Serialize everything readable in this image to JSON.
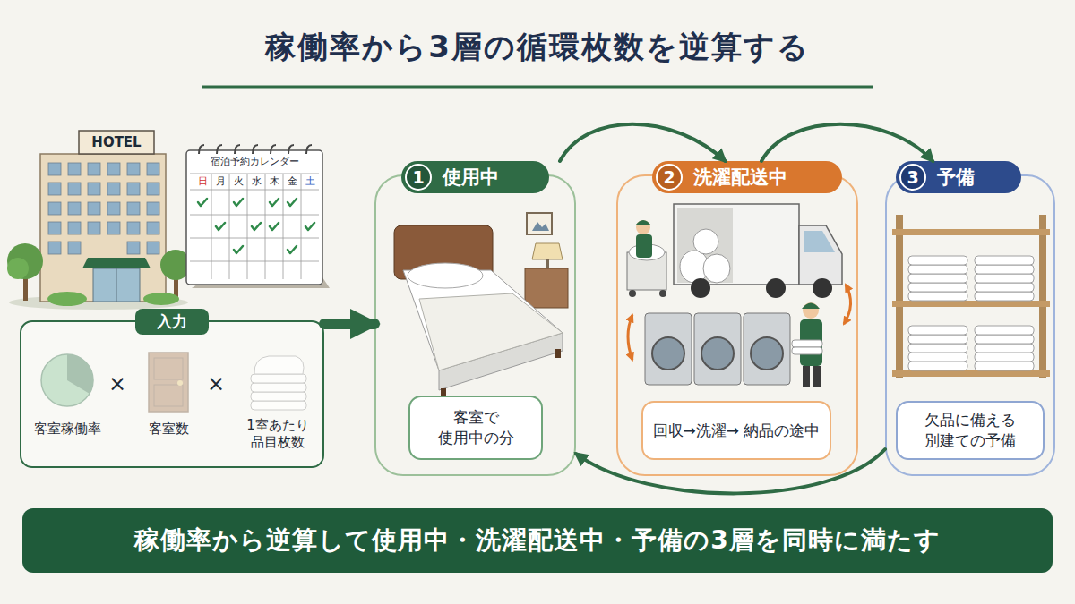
{
  "diagram": {
    "title": "稼働率から3層の循環枚数を逆算する",
    "nodes": [
      {
        "text": [
          "入力"
        ]
      },
      {
        "text": [
          "使用中"
        ]
      },
      {
        "text": [
          "客室で 使用中の分"
        ],
        "in": 1
      },
      {
        "text": [
          "洗濯配送中"
        ]
      },
      {
        "text": [
          "回収→洗濯→ 納品の途中"
        ],
        "in": 3
      },
      {
        "text": [
          "予備"
        ]
      },
      {
        "text": [
          "欠品に備える 別建ての予備"
        ],
        "in": 5
      },
      {
        "text": [
          "稼働率から逆算して使用中・洗濯配送中・予備の3層を同時に満たす"
        ]
      }
    ],
    "edges": [
      {
        "from": 0,
        "to": 1,
        "arrow": "to"
      },
      {
        "from": 1,
        "to": 3,
        "arrow": "to"
      },
      {
        "from": 3,
        "to": 5,
        "arrow": "to"
      },
      {
        "from": 5,
        "to": 1,
        "arrow": "to"
      }
    ],
    "labels": [
      "HOTEL",
      "宿泊予約カレンダー",
      "日",
      "月",
      "火",
      "水",
      "木",
      "金",
      "土",
      "客室稼働率",
      "×",
      "客室数",
      "×",
      "1室あたり 品目枚数",
      "1",
      "2",
      "3"
    ]
  }
}
